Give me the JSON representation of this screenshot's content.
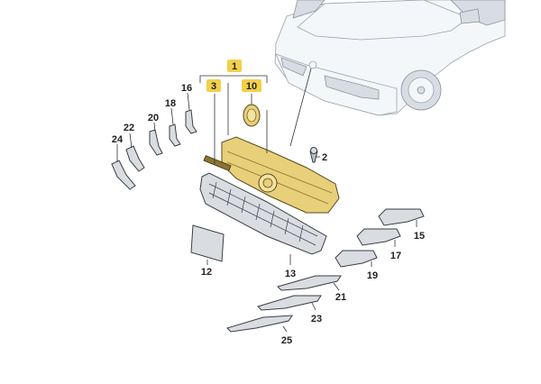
{
  "diagram": {
    "callouts": {
      "c1": "1",
      "c2": "2",
      "c3": "3",
      "c10": "10",
      "c12": "12",
      "c13": "13",
      "c15": "15",
      "c16": "16",
      "c17": "17",
      "c18": "18",
      "c19": "19",
      "c20": "20",
      "c21": "21",
      "c22": "22",
      "c23": "23",
      "c24": "24",
      "c25": "25"
    },
    "highlight_color": "#f2d04a",
    "grille_color": "#e8cf7a",
    "part_color": "#d9dde2"
  }
}
